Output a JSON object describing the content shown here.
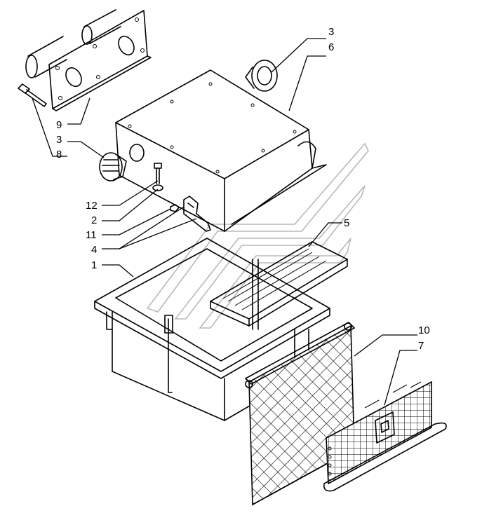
{
  "callouts": {
    "c3a": "3",
    "c6": "6",
    "c9": "9",
    "c3b": "3",
    "c8": "8",
    "c12": "12",
    "c2": "2",
    "c11": "11",
    "c4": "4",
    "c1": "1",
    "c5": "5",
    "c10": "10",
    "c7": "7"
  }
}
